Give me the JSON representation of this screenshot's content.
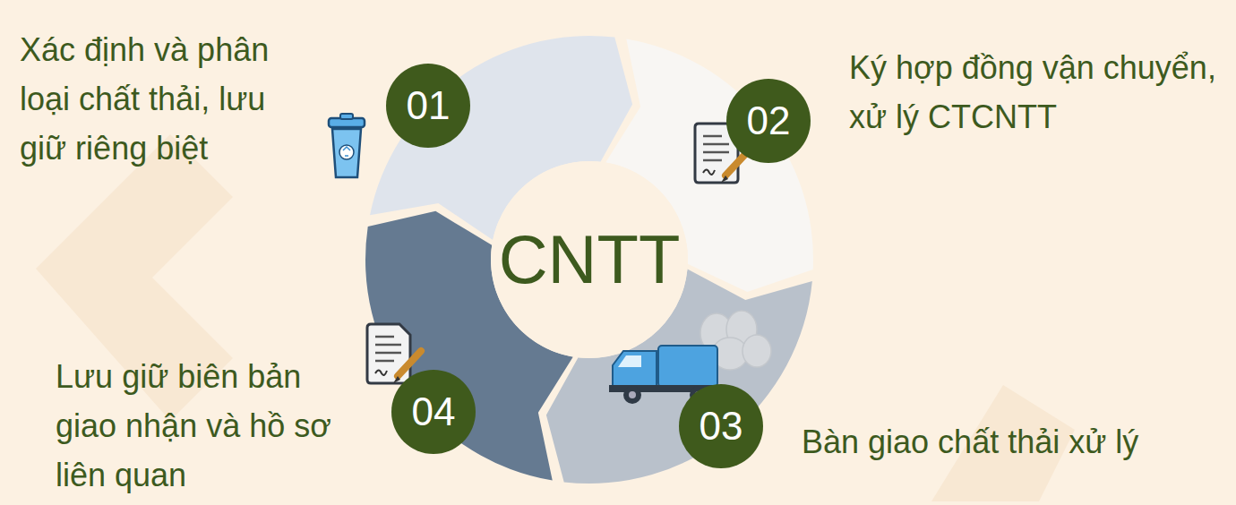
{
  "diagram": {
    "nodes": [
      {
        "text": [
          "CNTT"
        ]
      },
      {
        "text": [
          "01",
          "Xác định và phân loại chất thải, lưu giữ riêng biệt"
        ]
      },
      {
        "text": [
          "02",
          "Ký hợp đồng vận chuyển, xử lý CTCNTT"
        ]
      },
      {
        "text": [
          "03",
          "Bàn giao chất thải xử lý"
        ]
      },
      {
        "text": [
          "04",
          "Lưu giữ biên bản giao nhận và hồ sơ liên quan"
        ]
      }
    ]
  }
}
